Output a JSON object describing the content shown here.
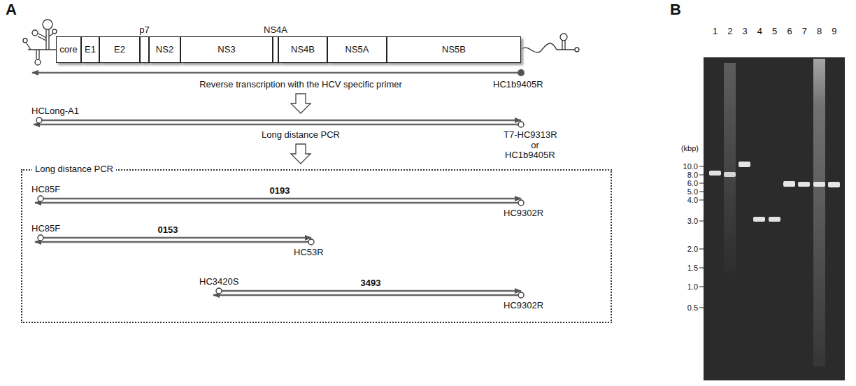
{
  "diagram": {
    "nodes": [
      {
        "text": [
          "core"
        ]
      },
      {
        "text": [
          "E1"
        ]
      },
      {
        "text": [
          "E2"
        ]
      },
      {
        "text": [
          "p7"
        ]
      },
      {
        "text": [
          "NS2"
        ]
      },
      {
        "text": [
          "NS3"
        ]
      },
      {
        "text": [
          "NS4A"
        ]
      },
      {
        "text": [
          "NS4B"
        ]
      },
      {
        "text": [
          "NS5A"
        ]
      },
      {
        "text": [
          "NS5B"
        ]
      },
      {
        "text": [
          "Long distance PCR"
        ]
      }
    ],
    "labels": [
      "A",
      "B",
      "Reverse transcription with the HCV specific primer",
      "HC1b9405R",
      "HCLong-A1",
      "Long distance PCR",
      "T7-HC9313R",
      "or",
      "HC1b9405R",
      "HC85F",
      "0193",
      "HC9302R",
      "HC85F",
      "0153",
      "HC53R",
      "HC3420S",
      "3493",
      "HC9302R",
      "1",
      "2",
      "3",
      "4",
      "5",
      "6",
      "7",
      "8",
      "9",
      "(kbp)",
      "10.0",
      "8.0",
      "6.0",
      "5.0",
      "4.0",
      "3.0",
      "2.0",
      "1.5",
      "1.0",
      "0.5"
    ]
  }
}
